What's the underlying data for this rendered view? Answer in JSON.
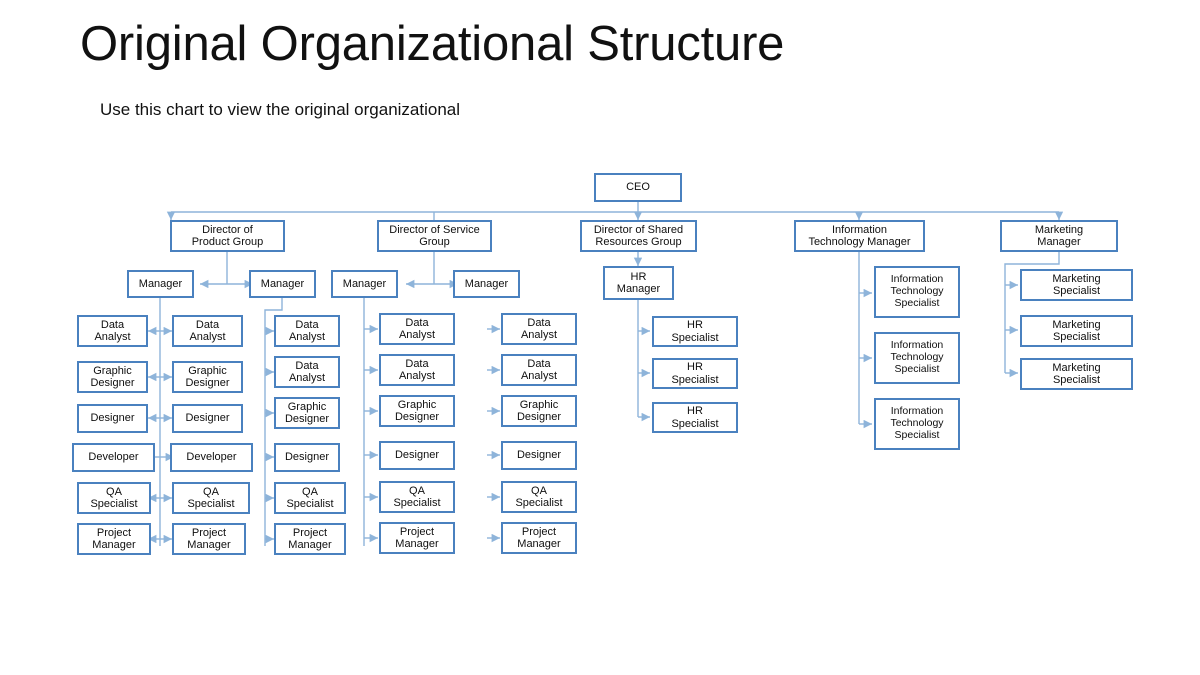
{
  "slide": {
    "title": "Original Organizational Structure",
    "subtitle": "Use this chart to view the original organizational",
    "background": "#FFFFFF",
    "text_color": "#111111"
  },
  "style": {
    "node_border_color": "#4A81BF",
    "node_fill_color": "#FFFFFF",
    "connector_color": "#8EB4DA",
    "node_text_color": "#0F0F0F"
  },
  "chart_data": {
    "type": "org-chart",
    "title": "Original Organizational Structure",
    "root": "CEO",
    "levels": 4,
    "nodes": {
      "ceo": "CEO",
      "directors": [
        "Director of Product Group",
        "Director of Service Group",
        "Director of Shared Resources Group",
        "Information Technology Manager",
        "Marketing Manager"
      ],
      "managers": [
        "Manager",
        "Manager",
        "Manager",
        "Manager"
      ],
      "hr_manager": "HR Manager"
    },
    "columns": [
      {
        "id": "col1",
        "parent": "Manager",
        "roles": [
          "Data Analyst",
          "Graphic Designer",
          "Designer",
          "Developer",
          "QA Specialist",
          "Project Manager"
        ]
      },
      {
        "id": "col2",
        "parent": "Manager",
        "roles": [
          "Data Analyst",
          "Graphic Designer",
          "Designer",
          "Developer",
          "QA Specialist",
          "Project Manager"
        ]
      },
      {
        "id": "col3",
        "parent": "Manager",
        "roles": [
          "Data Analyst",
          "Data Analyst",
          "Graphic Designer",
          "Designer",
          "QA Specialist",
          "Project Manager"
        ]
      },
      {
        "id": "col4",
        "parent": "Manager",
        "roles": [
          "Data Analyst",
          "Data Analyst",
          "Graphic Designer",
          "Designer",
          "QA Specialist",
          "Project Manager"
        ]
      },
      {
        "id": "col5",
        "parent": "Manager",
        "roles": [
          "Data Analyst",
          "Data Analyst",
          "Graphic Designer",
          "Designer",
          "QA Specialist",
          "Project Manager"
        ]
      }
    ],
    "hr_specialists": [
      "HR Specialist",
      "HR Specialist",
      "HR Specialist"
    ],
    "it_specialists": [
      "Information Technology Specialist",
      "Information Technology Specialist",
      "Information Technology Specialist"
    ],
    "marketing_specialists": [
      "Marketing Specialist",
      "Marketing Specialist",
      "Marketing Specialist"
    ]
  },
  "nodes": {
    "ceo": "CEO",
    "dir1_l1": "Director of",
    "dir1_l2": "Product Group",
    "dir2_l1": "Director of Service",
    "dir2_l2": "Group",
    "dir3_l1": "Director of Shared",
    "dir3_l2": "Resources Group",
    "dir4_l1": "Information",
    "dir4_l2": "Technology Manager",
    "dir5_l1": "Marketing",
    "dir5_l2": "Manager",
    "mgr1": "Manager",
    "mgr2": "Manager",
    "mgr3": "Manager",
    "mgr4": "Manager",
    "hr_mgr_l1": "HR",
    "hr_mgr_l2": "Manager",
    "hr_spec_l1": "HR",
    "hr_spec_l2": "Specialist",
    "it_spec_l1": "Information",
    "it_spec_l2": "Technology",
    "it_spec_l3": "Specialist",
    "mk_spec_l1": "Marketing",
    "mk_spec_l2": "Specialist",
    "data_l1": "Data",
    "data_l2": "Analyst",
    "graphic_l1": "Graphic",
    "graphic_l2": "Designer",
    "designer": "Designer",
    "developer": "Developer",
    "qa_l1": "QA",
    "qa_l2": "Specialist",
    "proj_l1": "Project",
    "proj_l2": "Manager"
  }
}
